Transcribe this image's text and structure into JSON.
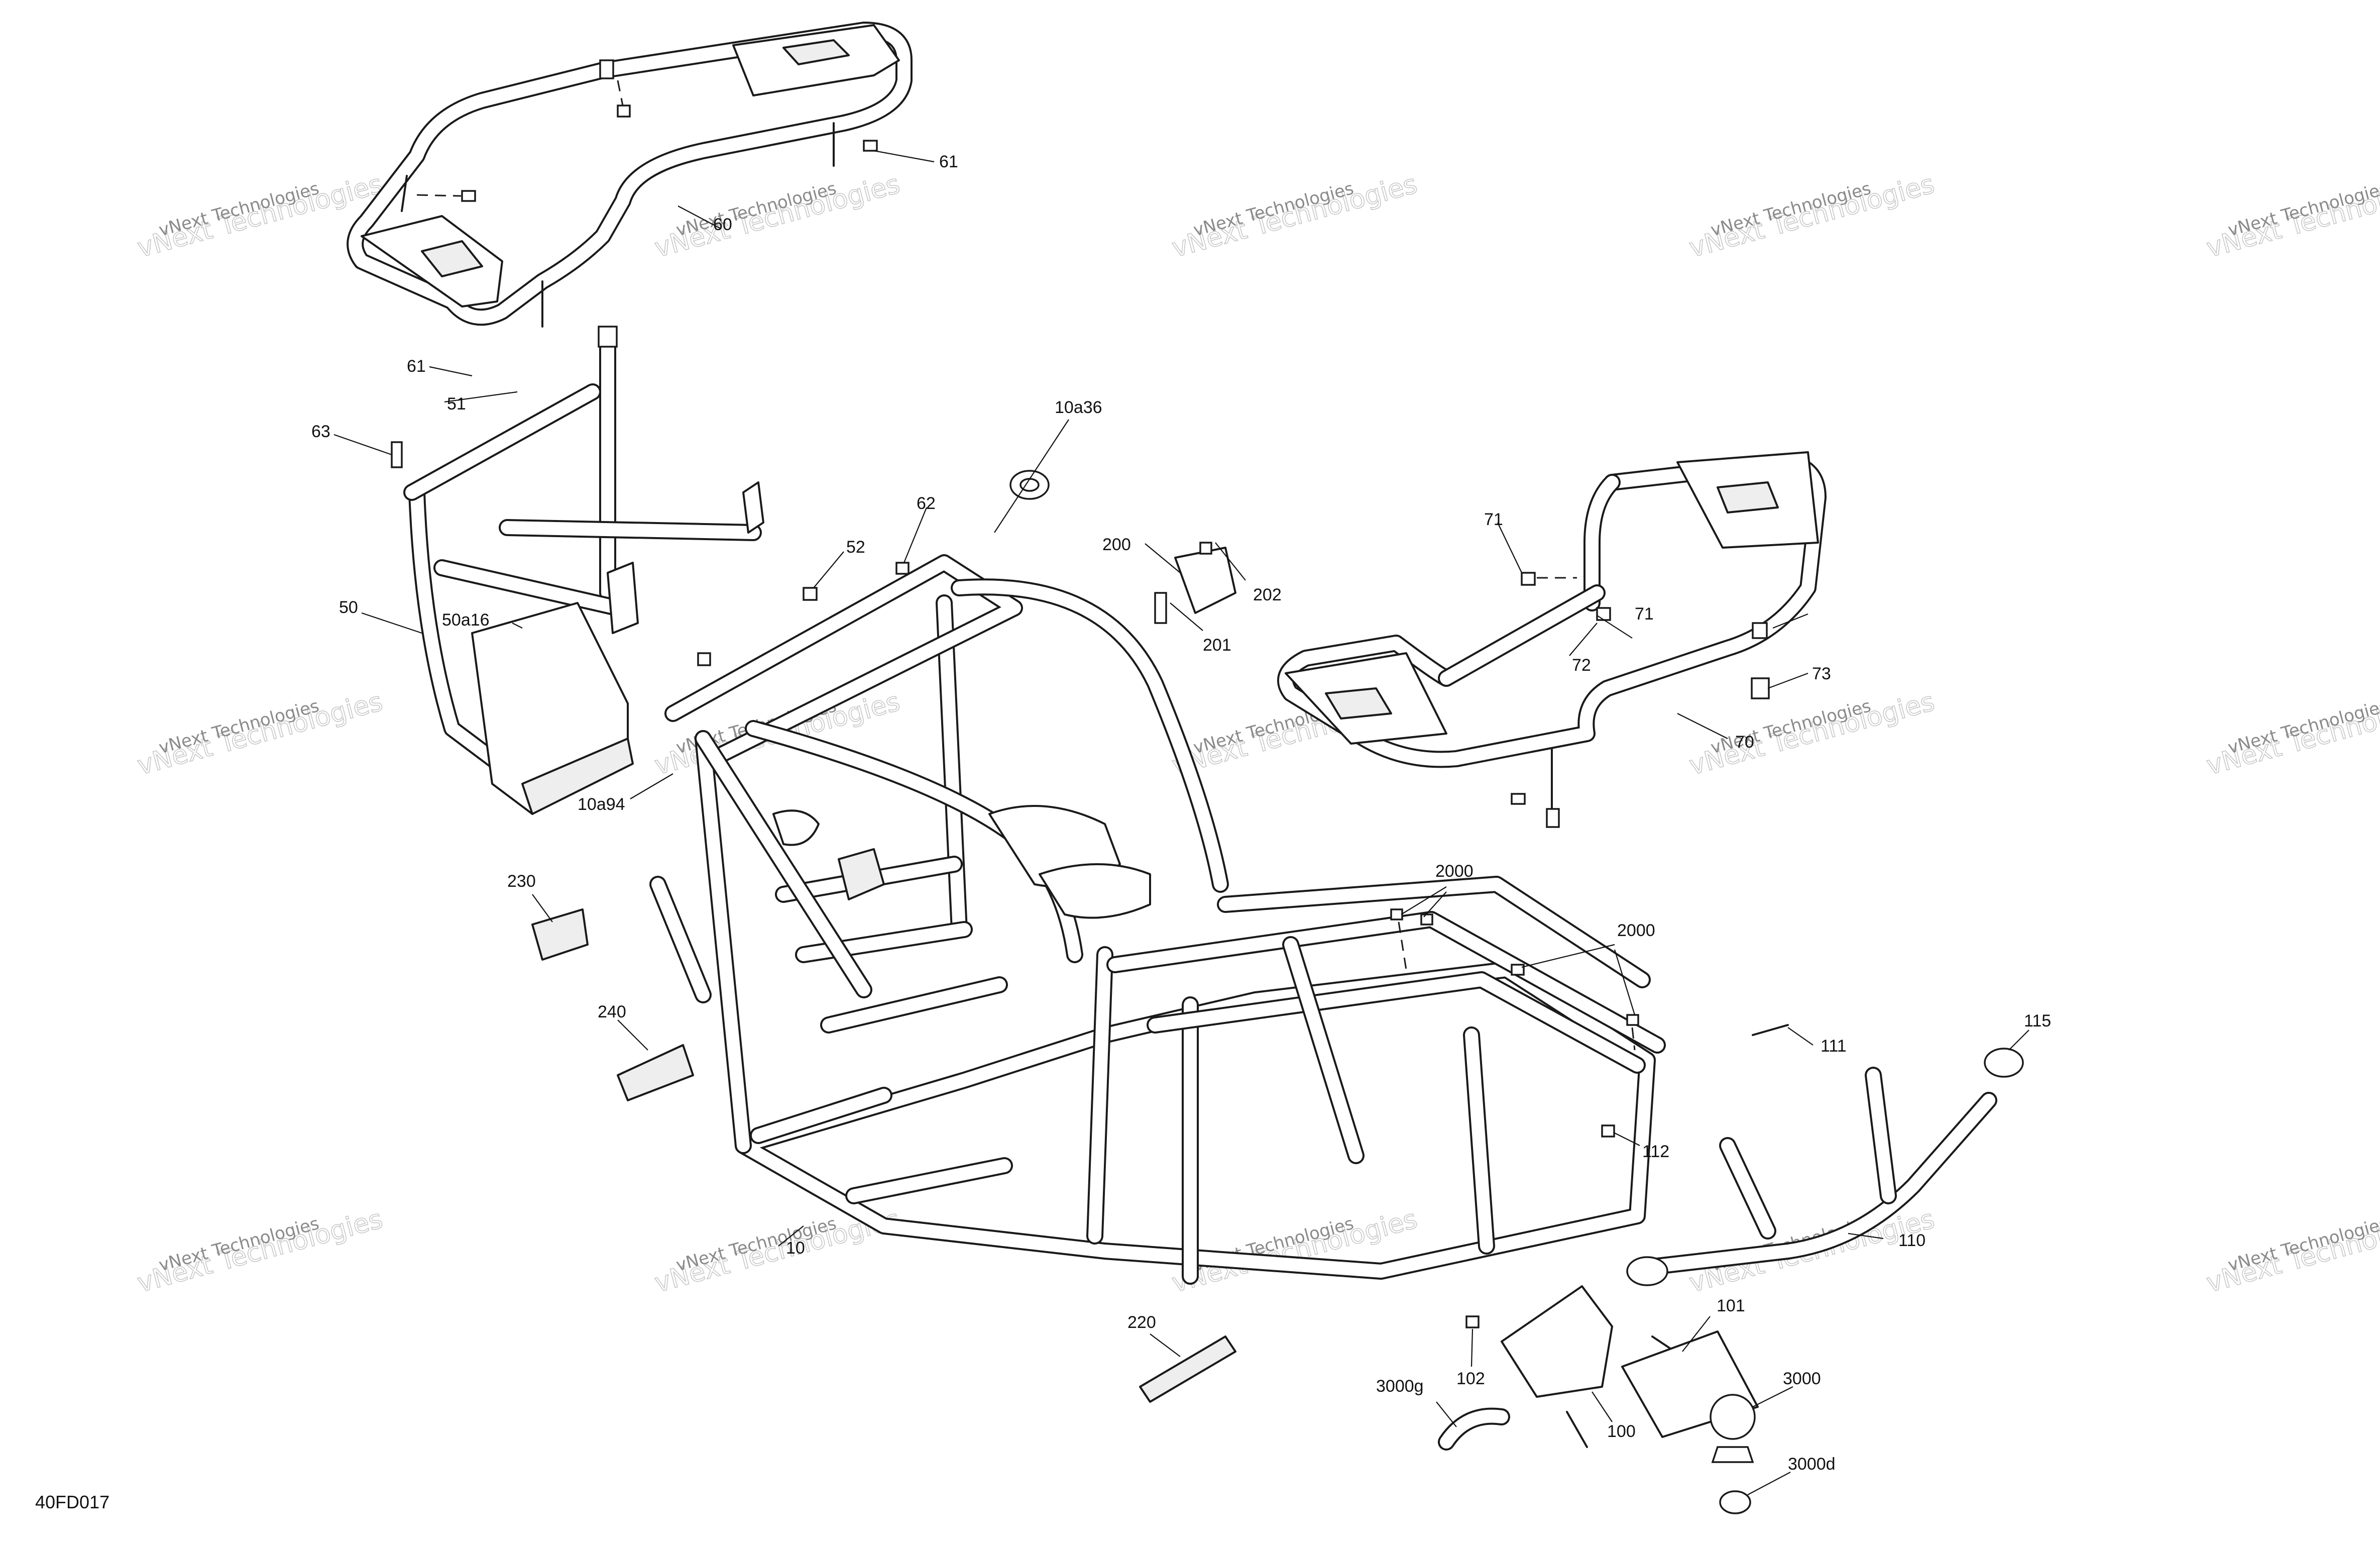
{
  "diagram": {
    "reference_code": "40FD017",
    "watermark": {
      "line1": "vNext Technologies",
      "line2": "vNext Technologies"
    },
    "callouts": [
      {
        "id": "c61a",
        "text": "61"
      },
      {
        "id": "c60",
        "text": "60"
      },
      {
        "id": "c61b",
        "text": "61"
      },
      {
        "id": "c51",
        "text": "51"
      },
      {
        "id": "c63",
        "text": "63"
      },
      {
        "id": "c10a36",
        "text": "10a36"
      },
      {
        "id": "c62",
        "text": "62"
      },
      {
        "id": "c52",
        "text": "52"
      },
      {
        "id": "c200",
        "text": "200"
      },
      {
        "id": "c202",
        "text": "202"
      },
      {
        "id": "c201",
        "text": "201"
      },
      {
        "id": "c71a",
        "text": "71"
      },
      {
        "id": "c71b",
        "text": "71"
      },
      {
        "id": "c72",
        "text": "72"
      },
      {
        "id": "c73",
        "text": "73"
      },
      {
        "id": "c70",
        "text": "70"
      },
      {
        "id": "c50",
        "text": "50"
      },
      {
        "id": "c50a16",
        "text": "50a16"
      },
      {
        "id": "c10a94",
        "text": "10a94"
      },
      {
        "id": "c230",
        "text": "230"
      },
      {
        "id": "c240",
        "text": "240"
      },
      {
        "id": "c2000a",
        "text": "2000"
      },
      {
        "id": "c2000b",
        "text": "2000"
      },
      {
        "id": "c111",
        "text": "111"
      },
      {
        "id": "c115",
        "text": "115"
      },
      {
        "id": "c112",
        "text": "112"
      },
      {
        "id": "c110",
        "text": "110"
      },
      {
        "id": "c10",
        "text": "10"
      },
      {
        "id": "c220",
        "text": "220"
      },
      {
        "id": "c101",
        "text": "101"
      },
      {
        "id": "c102",
        "text": "102"
      },
      {
        "id": "c3000g",
        "text": "3000g"
      },
      {
        "id": "c100",
        "text": "100"
      },
      {
        "id": "c3000",
        "text": "3000"
      },
      {
        "id": "c3000d",
        "text": "3000d"
      }
    ]
  }
}
